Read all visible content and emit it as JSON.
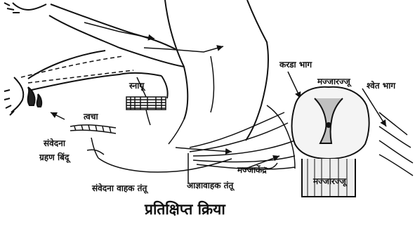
{
  "diagram": {
    "title": "प्रतिक्षिप्त क्रिया",
    "labels": {
      "snayu": "स्नायू",
      "tvacha": "त्वचा",
      "samvedana_grahan_bindu_line1": "संवेदना",
      "samvedana_grahan_bindu_line2": "ग्रहण बिंदू",
      "samvedana_vahak_tantu": "संवेदना वाहक तंतू",
      "aagyavahak_tantu": "आज्ञावाहक तंतू",
      "majjakendra": "मज्जाकेंद्र",
      "karda_bhag": "करडा भाग",
      "majjarajju_top": "मज्जारज्जू",
      "shwet_bhag": "श्वेत भाग",
      "majjarajju_bottom": "मज्जारज्जू"
    }
  }
}
